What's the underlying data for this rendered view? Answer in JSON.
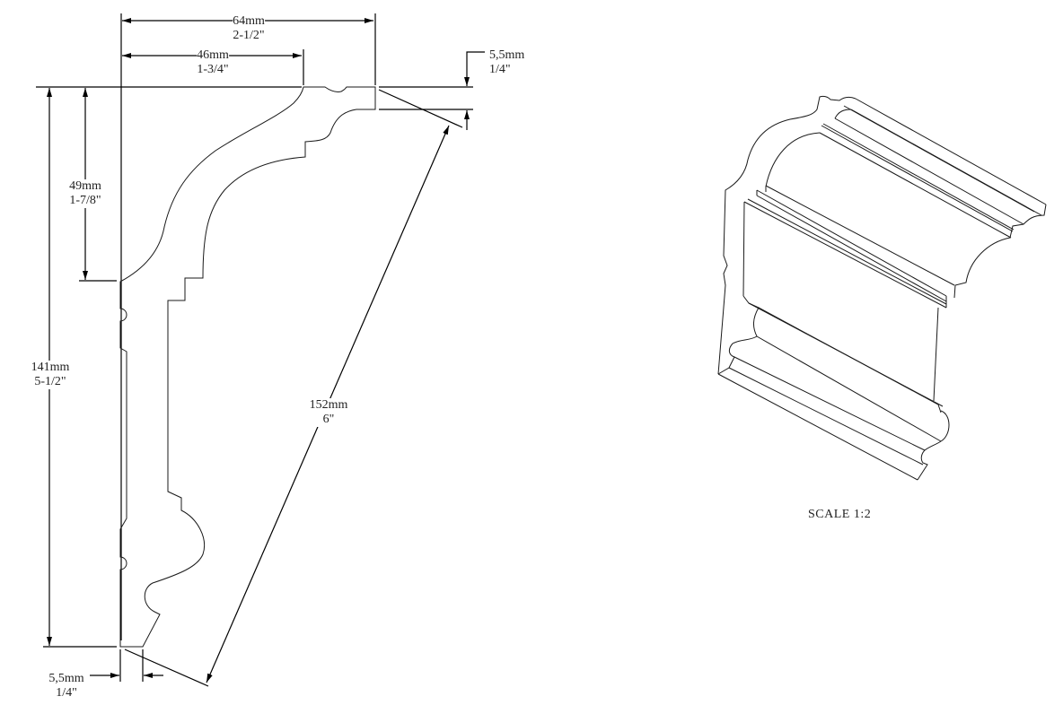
{
  "dimensions": {
    "overall_width": {
      "mm": "64mm",
      "inch": "2-1/2\""
    },
    "top_reach": {
      "mm": "46mm",
      "inch": "1-3/4\""
    },
    "top_offset": {
      "mm": "5,5mm",
      "inch": "1/4\""
    },
    "upper_height": {
      "mm": "49mm",
      "inch": "1-7/8\""
    },
    "overall_height": {
      "mm": "141mm",
      "inch": "5-1/2\""
    },
    "face_width": {
      "mm": "152mm",
      "inch": "6\""
    },
    "bottom_offset": {
      "mm": "5,5mm",
      "inch": "1/4\""
    }
  },
  "scale_label": "SCALE  1:2"
}
